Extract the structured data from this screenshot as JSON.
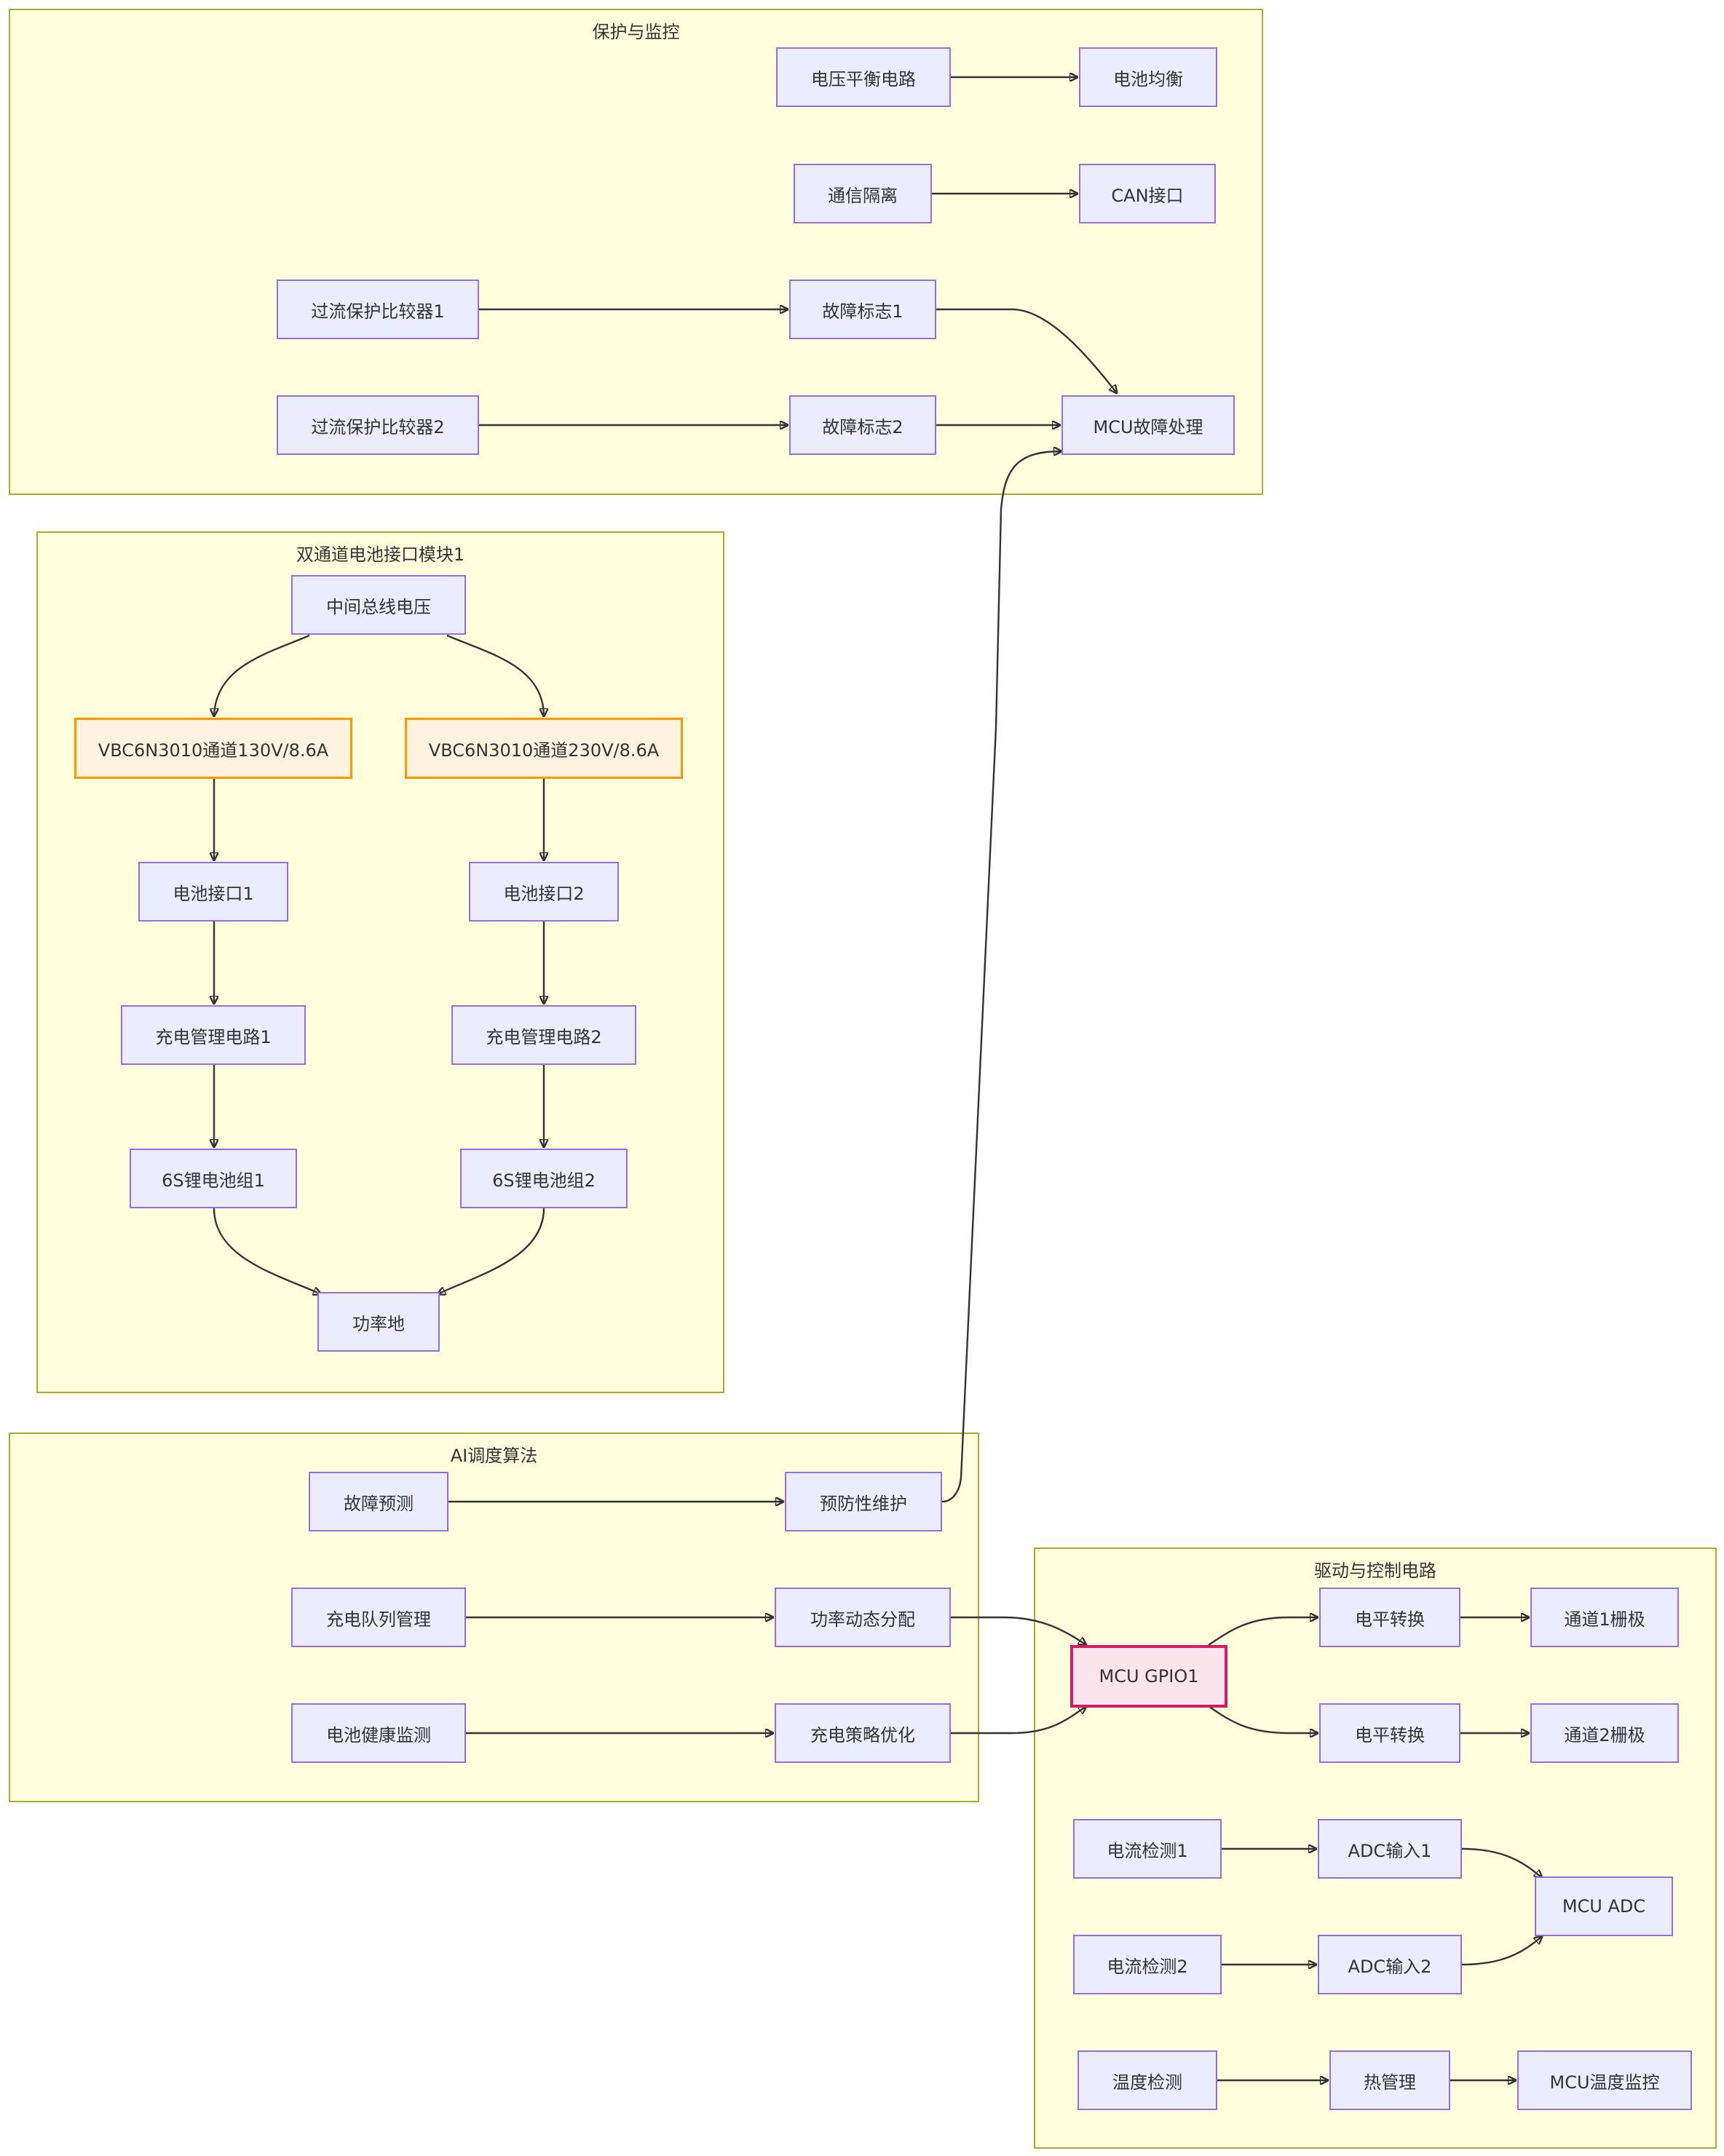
{
  "clusters": {
    "protection": "保护与监控",
    "dual_channel": "双通道电池接口模块1",
    "ai": "AI调度算法",
    "drive": "驱动与控制电路"
  },
  "nodes": {
    "voltage_balance": "电压平衡电路",
    "battery_balance": "电池均衡",
    "comm_isolation": "通信隔离",
    "can_interface": "CAN接口",
    "ocp1": "过流保护比较器1",
    "fault_flag1": "故障标志1",
    "ocp2": "过流保护比较器2",
    "fault_flag2": "故障标志2",
    "mcu_fault": "MCU故障处理",
    "bus_voltage": "中间总线电压",
    "mos_ch1": "VBC6N3010通道130V/8.6A",
    "mos_ch2": "VBC6N3010通道230V/8.6A",
    "bat_if1": "电池接口1",
    "bat_if2": "电池接口2",
    "charge_mgmt1": "充电管理电路1",
    "charge_mgmt2": "充电管理电路2",
    "pack1": "6S锂电池组1",
    "pack2": "6S锂电池组2",
    "power_gnd": "功率地",
    "fault_predict": "故障预测",
    "preventive": "预防性维护",
    "queue_mgmt": "充电队列管理",
    "power_alloc": "功率动态分配",
    "health_mon": "电池健康监测",
    "strategy_opt": "充电策略优化",
    "mcu_gpio": "MCU GPIO1",
    "level_shift1": "电平转换",
    "gate1": "通道1栅极",
    "level_shift2": "电平转换",
    "gate2": "通道2栅极",
    "cur_sense1": "电流检测1",
    "adc_in1": "ADC输入1",
    "cur_sense2": "电流检测2",
    "adc_in2": "ADC输入2",
    "mcu_adc": "MCU ADC",
    "temp_sense": "温度检测",
    "thermal_mgmt": "热管理",
    "mcu_temp": "MCU温度监控"
  },
  "colors": {
    "node_fill": "#ececff",
    "node_border": "#9370db",
    "cluster_fill": "#ffffde",
    "cluster_border": "#aaaa33",
    "mosfet_fill": "#fff3e0",
    "mosfet_border": "#ff9800",
    "mcu_fill": "#fce4ec",
    "mcu_border": "#d81b60"
  }
}
